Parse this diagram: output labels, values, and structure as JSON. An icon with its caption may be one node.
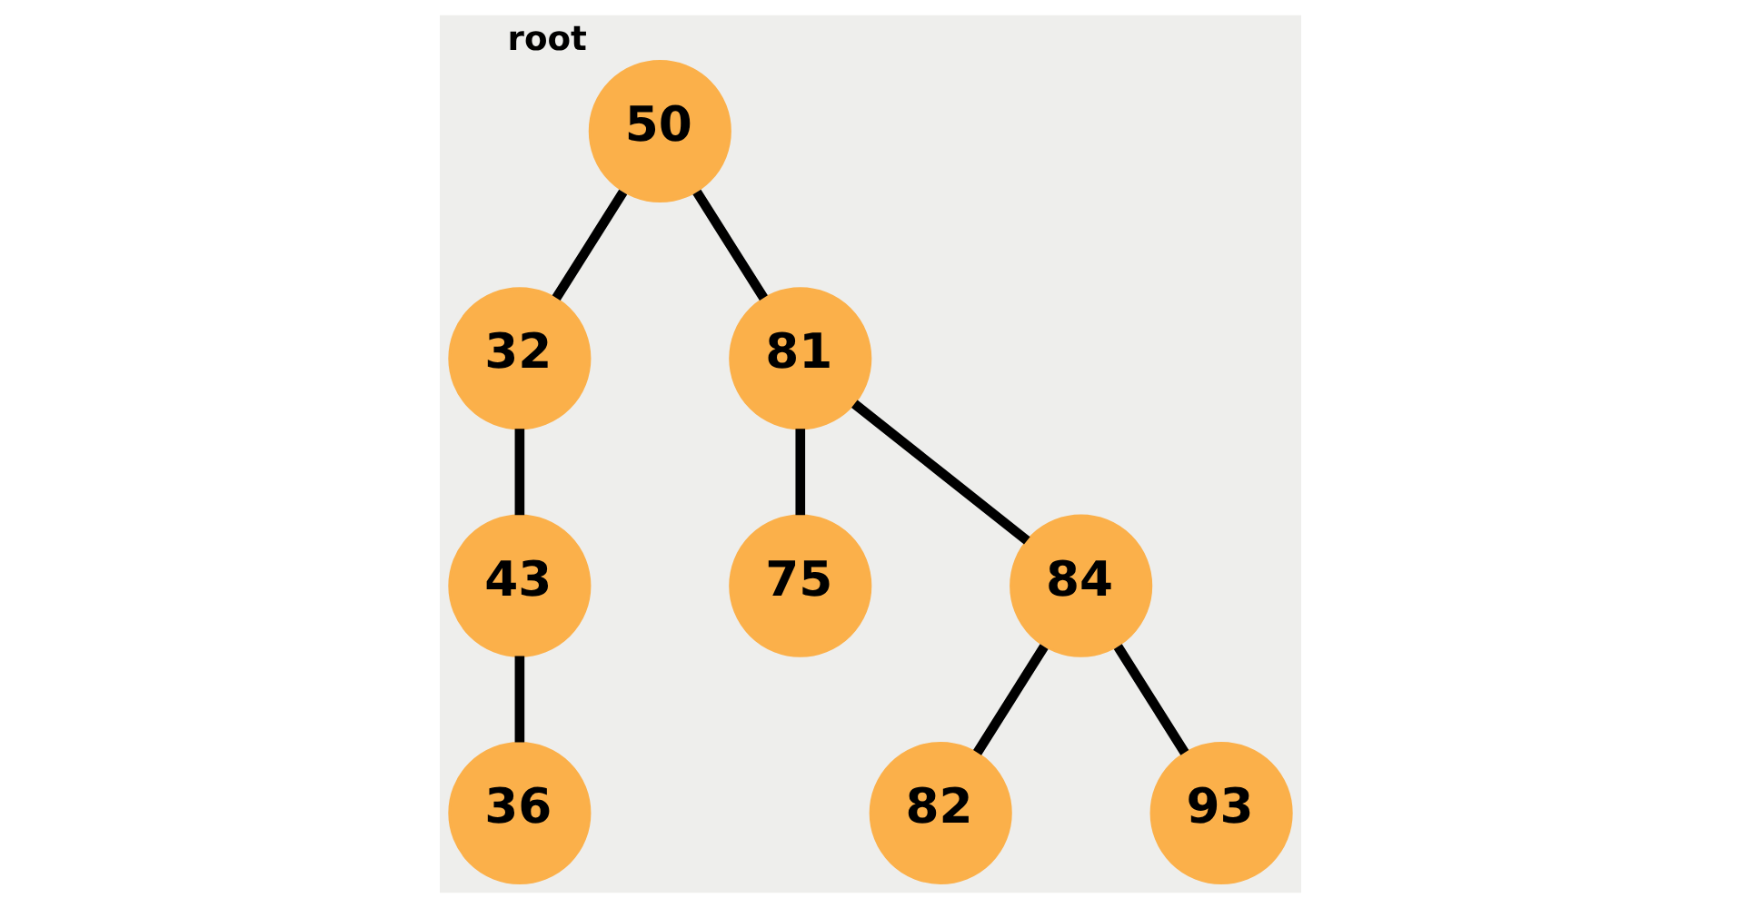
{
  "diagram": {
    "nodes": [
      {
        "text": [
          "50"
        ],
        "beside": [
          "root"
        ]
      },
      {
        "text": [
          "32"
        ]
      },
      {
        "text": [
          "81"
        ]
      },
      {
        "text": [
          "43"
        ]
      },
      {
        "text": [
          "75"
        ]
      },
      {
        "text": [
          "84"
        ]
      },
      {
        "text": [
          "36"
        ]
      },
      {
        "text": [
          "82"
        ]
      },
      {
        "text": [
          "93"
        ]
      }
    ],
    "edges": [
      {
        "from": 0,
        "to": 1,
        "arrow": "none"
      },
      {
        "from": 0,
        "to": 2,
        "arrow": "none"
      },
      {
        "from": 1,
        "to": 3,
        "arrow": "none"
      },
      {
        "from": 2,
        "to": 4,
        "arrow": "none"
      },
      {
        "from": 2,
        "to": 5,
        "arrow": "none"
      },
      {
        "from": 3,
        "to": 6,
        "arrow": "none"
      },
      {
        "from": 5,
        "to": 7,
        "arrow": "none"
      },
      {
        "from": 5,
        "to": 8,
        "arrow": "none"
      }
    ]
  }
}
